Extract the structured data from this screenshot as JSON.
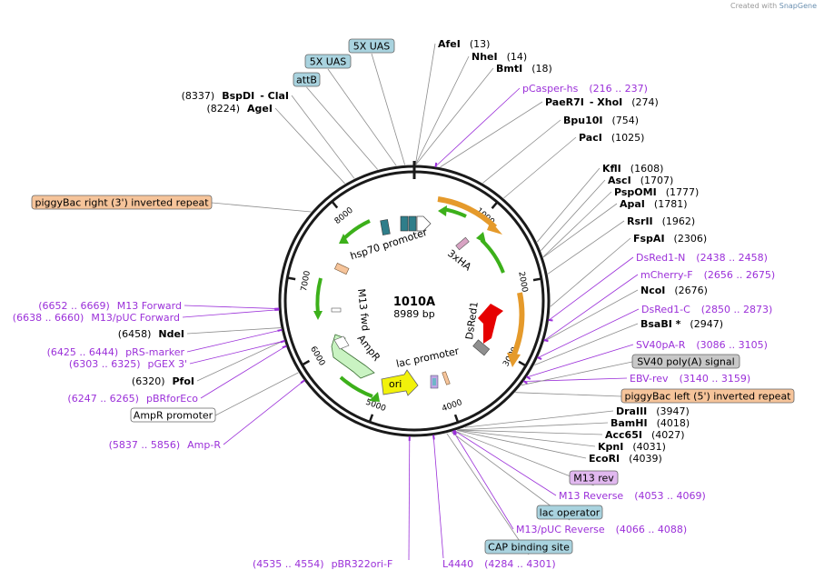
{
  "credit": {
    "prefix": "Created with",
    "brand": "SnapGene"
  },
  "plasmid": {
    "name": "1010A",
    "size_label": "8989 bp",
    "length": 8989
  },
  "colors": {
    "enzyme": "#000000",
    "primer": "#9b30d9",
    "leader": "#8c8c8c",
    "ring": "#1a1a1a",
    "box_blue": "#a9d3df",
    "box_orange": "#f6c49a",
    "box_purple": "#e1b8ef",
    "box_gray": "#c8c8c8",
    "box_white": "#ffffff",
    "arrow_green": "#3cb01a",
    "arrow_orange": "#e59a2b",
    "red": "#e60000",
    "yellow": "#f2f20a"
  },
  "ticks": [
    {
      "pos": 1000,
      "label": "1000"
    },
    {
      "pos": 2000,
      "label": "2000"
    },
    {
      "pos": 3000,
      "label": "3000"
    },
    {
      "pos": 4000,
      "label": "4000"
    },
    {
      "pos": 5000,
      "label": "5000"
    },
    {
      "pos": 6000,
      "label": "6000"
    },
    {
      "pos": 7000,
      "label": "7000"
    },
    {
      "pos": 8000,
      "label": "8000"
    }
  ],
  "enzymes_right": [
    {
      "name": "AfeI",
      "pos": "(13)",
      "bp": 13
    },
    {
      "name": "NheI",
      "pos": "(14)",
      "bp": 14
    },
    {
      "name": "BmtI",
      "pos": "(18)",
      "bp": 18
    },
    {
      "name": "PaeR7I",
      "name2": "- XhoI",
      "pos": "(274)",
      "bp": 274
    },
    {
      "name": "Bpu10I",
      "pos": "(754)",
      "bp": 754
    },
    {
      "name": "PacI",
      "pos": "(1025)",
      "bp": 1025
    },
    {
      "name": "KflI",
      "pos": "(1608)",
      "bp": 1608
    },
    {
      "name": "AscI",
      "pos": "(1707)",
      "bp": 1707
    },
    {
      "name": "PspOMI",
      "pos": "(1777)",
      "bp": 1777
    },
    {
      "name": "ApaI",
      "pos": "(1781)",
      "bp": 1781
    },
    {
      "name": "RsrII",
      "pos": "(1962)",
      "bp": 1962
    },
    {
      "name": "FspAI",
      "pos": "(2306)",
      "bp": 2306
    },
    {
      "name": "NcoI",
      "pos": "(2676)",
      "bp": 2676
    },
    {
      "name": "BsaBI *",
      "pos": "(2947)",
      "bp": 2947
    },
    {
      "name": "DraIII",
      "pos": "(3947)",
      "bp": 3947
    },
    {
      "name": "BamHI",
      "pos": "(4018)",
      "bp": 4018
    },
    {
      "name": "Acc65I",
      "pos": "(4027)",
      "bp": 4027
    },
    {
      "name": "KpnI",
      "pos": "(4031)",
      "bp": 4031
    },
    {
      "name": "EcoRI",
      "pos": "(4039)",
      "bp": 4039
    }
  ],
  "enzymes_left": [
    {
      "pos": "(8337)",
      "name": "BspDI",
      "name2": "- ClaI",
      "bp": 8337
    },
    {
      "pos": "(8224)",
      "name": "AgeI",
      "bp": 8224
    },
    {
      "pos": "(6458)",
      "name": "NdeI",
      "bp": 6458
    },
    {
      "pos": "(6320)",
      "name": "PfoI",
      "bp": 6320
    }
  ],
  "primers_right": [
    {
      "name": "pCasper-hs",
      "range": "(216 .. 237)",
      "bp": 226
    },
    {
      "name": "DsRed1-N",
      "range": "(2438 .. 2458)",
      "bp": 2448
    },
    {
      "name": "mCherry-F",
      "range": "(2656 .. 2675)",
      "bp": 2665
    },
    {
      "name": "DsRed1-C",
      "range": "(2850 .. 2873)",
      "bp": 2861
    },
    {
      "name": "SV40pA-R",
      "range": "(3086 .. 3105)",
      "bp": 3095
    },
    {
      "name": "EBV-rev",
      "range": "(3140 .. 3159)",
      "bp": 3150
    },
    {
      "name": "M13 Reverse",
      "range": "(4053 .. 4069)",
      "bp": 4061
    },
    {
      "name": "M13/pUC Reverse",
      "range": "(4066 .. 4088)",
      "bp": 4077
    }
  ],
  "primers_left": [
    {
      "range": "(6652 .. 6669)",
      "name": "M13 Forward",
      "bp": 6660
    },
    {
      "range": "(6638 .. 6660)",
      "name": "M13/pUC Forward",
      "bp": 6649
    },
    {
      "range": "(6425 .. 6444)",
      "name": "pRS-marker",
      "bp": 6434
    },
    {
      "range": "(6303 .. 6325)",
      "name": "pGEX 3'",
      "bp": 6314
    },
    {
      "range": "(6247 .. 6265)",
      "name": "pBRforEco",
      "bp": 6256
    },
    {
      "range": "(5837 .. 5856)",
      "name": "Amp-R",
      "bp": 5846
    }
  ],
  "primers_bottom": [
    {
      "range": "(4535 .. 4554)",
      "name": "pBR322ori-F",
      "bp": 4544
    },
    {
      "name": "L4440",
      "range": "(4284 .. 4301)",
      "bp": 4292
    }
  ],
  "feature_boxes": [
    {
      "label": "5X UAS",
      "style": "blue",
      "bp": 8890
    },
    {
      "label": "5X UAS",
      "style": "blue",
      "bp": 8800
    },
    {
      "label": "attB",
      "style": "blue",
      "bp": 8600
    },
    {
      "label": "piggyBac right (3') inverted repeat",
      "style": "orange",
      "bp": 7760
    },
    {
      "label": "piggyBac left (5') inverted repeat",
      "style": "orange",
      "bp": 3300
    },
    {
      "label": "SV40 poly(A) signal",
      "style": "gray",
      "bp": 3200
    },
    {
      "label": "M13 rev",
      "style": "purple",
      "bp": 4061
    },
    {
      "label": "lac operator",
      "style": "blue",
      "bp": 4100
    },
    {
      "label": "CAP binding site",
      "style": "blue",
      "bp": 4150
    },
    {
      "label": "AmpR promoter",
      "style": "white",
      "bp": 5950
    }
  ],
  "feature_labels": {
    "hsp70": "hsp70 promoter",
    "tag": "3xHA",
    "dsred": "DsRed1",
    "m13fwd": "M13 fwd",
    "ampr": "AmpR",
    "lac": "lac promoter",
    "ori": "ori"
  }
}
